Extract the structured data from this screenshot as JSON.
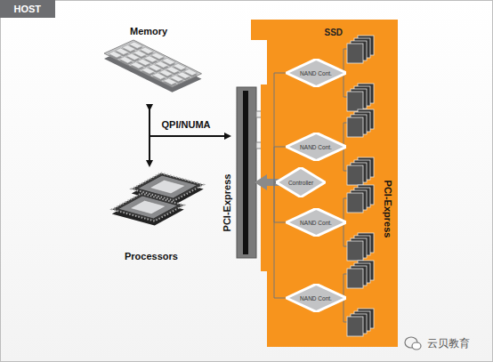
{
  "diagram": {
    "nodes": [
      {
        "text": [
          "HOST"
        ]
      },
      {
        "text": [
          "SSD",
          "PCI-Express"
        ],
        "in": 0
      },
      {
        "text": [
          "NAND Cont."
        ],
        "in": 1
      },
      {
        "text": [
          "NAND Cont."
        ],
        "in": 1
      },
      {
        "text": [
          "Controller"
        ],
        "in": 1
      },
      {
        "text": [
          "NAND Cont."
        ],
        "in": 1
      },
      {
        "text": [
          "NAND Cont."
        ],
        "in": 1
      }
    ],
    "edges": [
      {
        "from": 4,
        "to": 2,
        "arrow": "none"
      },
      {
        "from": 4,
        "to": 3,
        "arrow": "none"
      },
      {
        "from": 4,
        "to": 5,
        "arrow": "none"
      },
      {
        "from": 4,
        "to": 6,
        "arrow": "none"
      }
    ],
    "labels": [
      "Memory",
      "QPI/NUMA",
      "Processors",
      "PCI-Express",
      "云贝教育"
    ]
  }
}
